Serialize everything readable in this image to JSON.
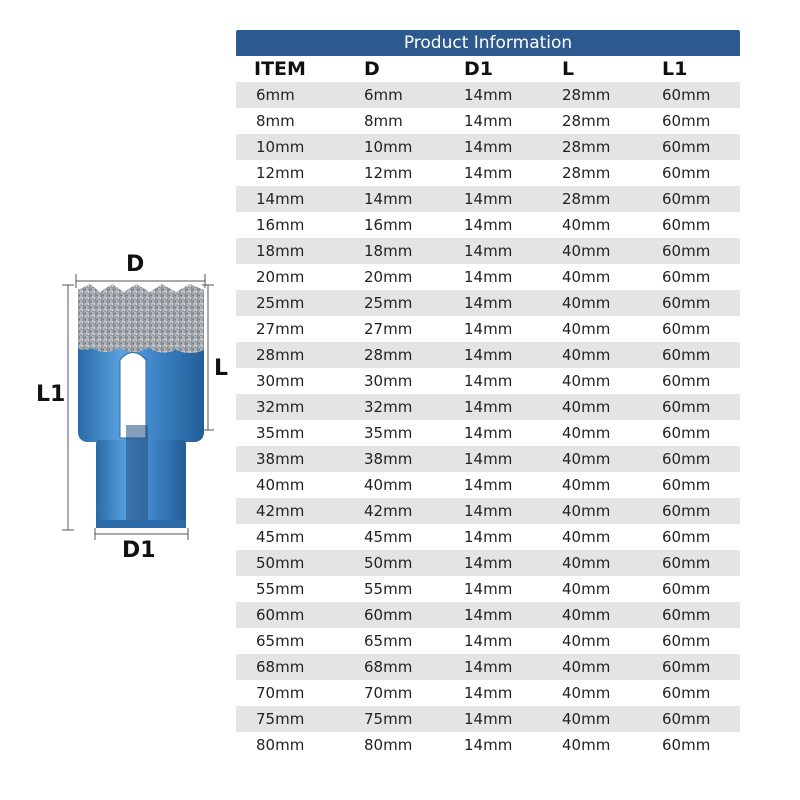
{
  "diagram": {
    "label_d": "D",
    "label_l": "L",
    "label_l1": "L1",
    "label_d1": "D1",
    "colors": {
      "body": "#3f86c9",
      "body_dark": "#2a6aa8",
      "crown": "#a9aeb3"
    }
  },
  "table": {
    "title": "Product Information",
    "headers": [
      "ITEM",
      "D",
      "D1",
      "L",
      "L1"
    ],
    "rows": [
      [
        "6mm",
        "6mm",
        "14mm",
        "28mm",
        "60mm"
      ],
      [
        "8mm",
        "8mm",
        "14mm",
        "28mm",
        "60mm"
      ],
      [
        "10mm",
        "10mm",
        "14mm",
        "28mm",
        "60mm"
      ],
      [
        "12mm",
        "12mm",
        "14mm",
        "28mm",
        "60mm"
      ],
      [
        "14mm",
        "14mm",
        "14mm",
        "28mm",
        "60mm"
      ],
      [
        "16mm",
        "16mm",
        "14mm",
        "40mm",
        "60mm"
      ],
      [
        "18mm",
        "18mm",
        "14mm",
        "40mm",
        "60mm"
      ],
      [
        "20mm",
        "20mm",
        "14mm",
        "40mm",
        "60mm"
      ],
      [
        "25mm",
        "25mm",
        "14mm",
        "40mm",
        "60mm"
      ],
      [
        "27mm",
        "27mm",
        "14mm",
        "40mm",
        "60mm"
      ],
      [
        "28mm",
        "28mm",
        "14mm",
        "40mm",
        "60mm"
      ],
      [
        "30mm",
        "30mm",
        "14mm",
        "40mm",
        "60mm"
      ],
      [
        "32mm",
        "32mm",
        "14mm",
        "40mm",
        "60mm"
      ],
      [
        "35mm",
        "35mm",
        "14mm",
        "40mm",
        "60mm"
      ],
      [
        "38mm",
        "38mm",
        "14mm",
        "40mm",
        "60mm"
      ],
      [
        "40mm",
        "40mm",
        "14mm",
        "40mm",
        "60mm"
      ],
      [
        "42mm",
        "42mm",
        "14mm",
        "40mm",
        "60mm"
      ],
      [
        "45mm",
        "45mm",
        "14mm",
        "40mm",
        "60mm"
      ],
      [
        "50mm",
        "50mm",
        "14mm",
        "40mm",
        "60mm"
      ],
      [
        "55mm",
        "55mm",
        "14mm",
        "40mm",
        "60mm"
      ],
      [
        "60mm",
        "60mm",
        "14mm",
        "40mm",
        "60mm"
      ],
      [
        "65mm",
        "65mm",
        "14mm",
        "40mm",
        "60mm"
      ],
      [
        "68mm",
        "68mm",
        "14mm",
        "40mm",
        "60mm"
      ],
      [
        "70mm",
        "70mm",
        "14mm",
        "40mm",
        "60mm"
      ],
      [
        "75mm",
        "75mm",
        "14mm",
        "40mm",
        "60mm"
      ],
      [
        "80mm",
        "80mm",
        "14mm",
        "40mm",
        "60mm"
      ]
    ]
  }
}
